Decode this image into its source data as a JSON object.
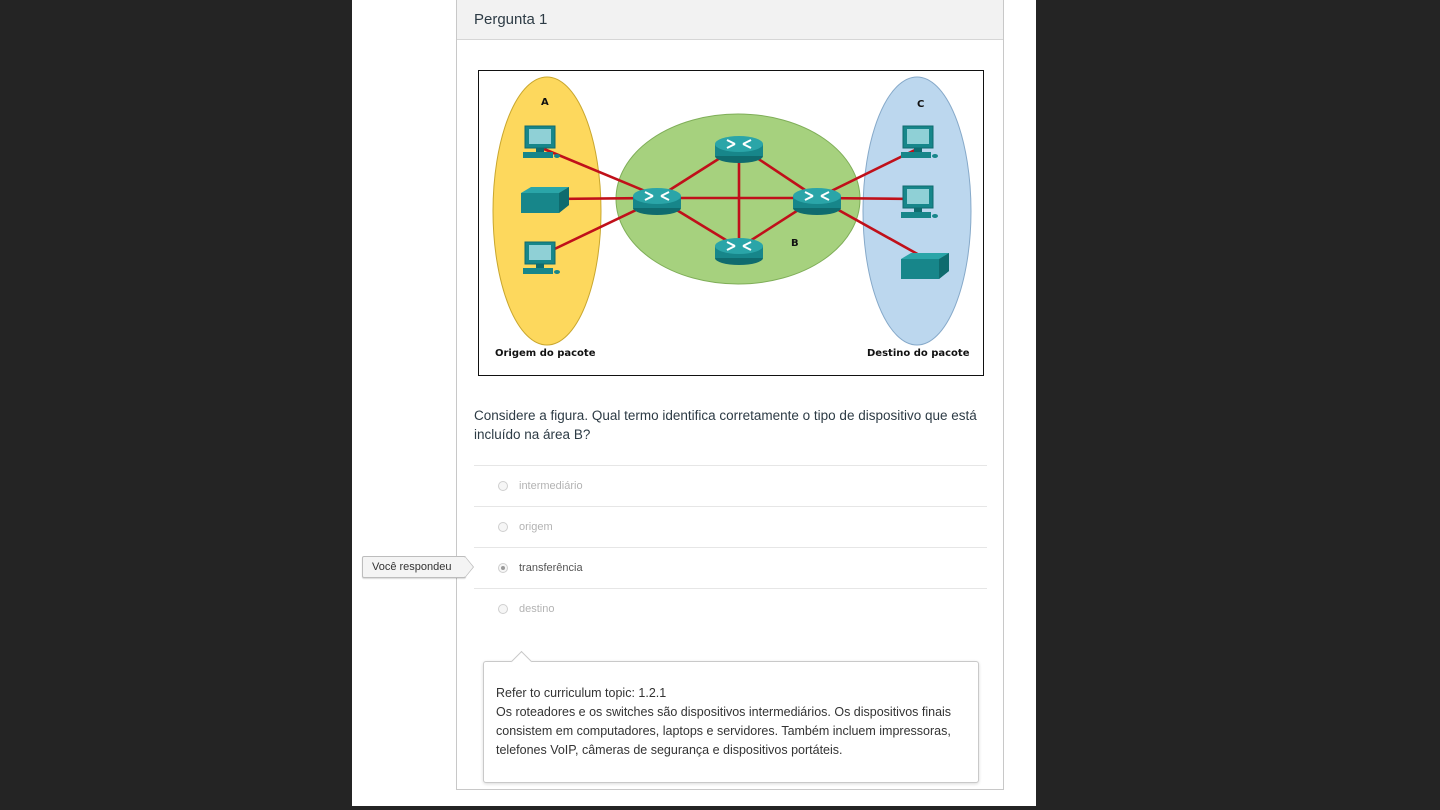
{
  "question": {
    "title": "Pergunta 1",
    "text": "Considere a figura. Qual termo identifica corretamente o tipo de dispositivo que está incluído na área B?"
  },
  "figure": {
    "label_a": "A",
    "label_b": "B",
    "label_c": "C",
    "caption_left": "Origem do pacote",
    "caption_right": "Destino do pacote",
    "colors": {
      "source_zone": "#fdd85d",
      "network_zone": "#a6d17e",
      "destination_zone": "#bcd7ee",
      "links": "#c0101a",
      "devices": "#17868a"
    }
  },
  "answers": [
    {
      "label": "intermediário",
      "selected": false
    },
    {
      "label": "origem",
      "selected": false
    },
    {
      "label": "transferência",
      "selected": true
    },
    {
      "label": "destino",
      "selected": false
    }
  ],
  "you_answered_label": "Você respondeu",
  "feedback": {
    "topic": "Refer to curriculum topic: 1.2.1",
    "body": "Os roteadores e os switches são dispositivos intermediários. Os dispositivos finais consistem em computadores, laptops e servidores. Também incluem impressoras, telefones VoIP, câmeras de segurança e dispositivos portáteis."
  }
}
